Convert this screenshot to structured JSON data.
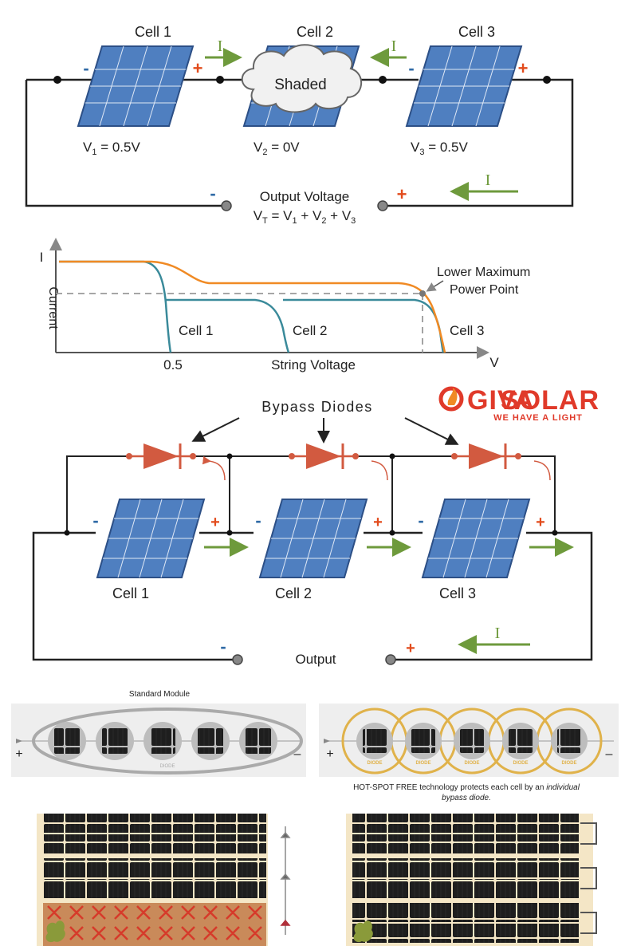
{
  "colors": {
    "panel": "#4f7fc0",
    "panel_dark": "#2c4f86",
    "arrow": "#6e9a3c",
    "minus": "#2f6aa6",
    "plus": "#e24b1c",
    "diode": "#d25a40",
    "curve_total": "#f08a24",
    "curve_cell": "#3a8a9a",
    "gold": "#e0b24a",
    "cell_dark": "#1d1d1d",
    "shade_red": "#d63a2a"
  },
  "series_circuit": {
    "cells": [
      {
        "label": "Cell 1",
        "v_sym": "V",
        "v_sub": "1",
        "v_val": " = 0.5V"
      },
      {
        "label": "Cell 2",
        "v_sym": "V",
        "v_sub": "2",
        "v_val": " = 0V"
      },
      {
        "label": "Cell 3",
        "v_sym": "V",
        "v_sub": "3",
        "v_val": " = 0.5V"
      }
    ],
    "shaded_label": "Shaded",
    "current_label": "I",
    "minus": "-",
    "plus": "+",
    "output_title": "Output Voltage",
    "output_eq_sym": "V",
    "output_eq_sub": "T",
    "output_eq_a": " = V",
    "output_eq_b": " + V",
    "output_eq_c": " + V",
    "output_eq_s1": "1",
    "output_eq_s2": "2",
    "output_eq_s3": "3"
  },
  "iv_chart": {
    "y_symbol": "I",
    "y_label": "Current",
    "x_symbol": "V",
    "x_label": "String Voltage",
    "x_tick": "0.5",
    "cell_labels": [
      "Cell 1",
      "Cell 2",
      "Cell 3"
    ],
    "annotation_line1": "Lower Maximum",
    "annotation_line2": "Power Point"
  },
  "bypass_circuit": {
    "title": "Bypass Diodes",
    "cells": [
      "Cell 1",
      "Cell 2",
      "Cell 3"
    ],
    "output_label": "Output",
    "current_label": "I",
    "minus": "-",
    "plus": "+"
  },
  "logo": {
    "brand_main": "SOLAR",
    "brand_first": "GIVA",
    "slogan": "WE HAVE A LIGHT"
  },
  "modules": {
    "standard_title": "Standard Module",
    "diode_tag": "DIODE",
    "plus": "+",
    "minus": "–",
    "caption_part1": "HOT-SPOT FREE technology protects each cell by an ",
    "caption_italic": "individual",
    "caption_part2": "bypass diode."
  }
}
